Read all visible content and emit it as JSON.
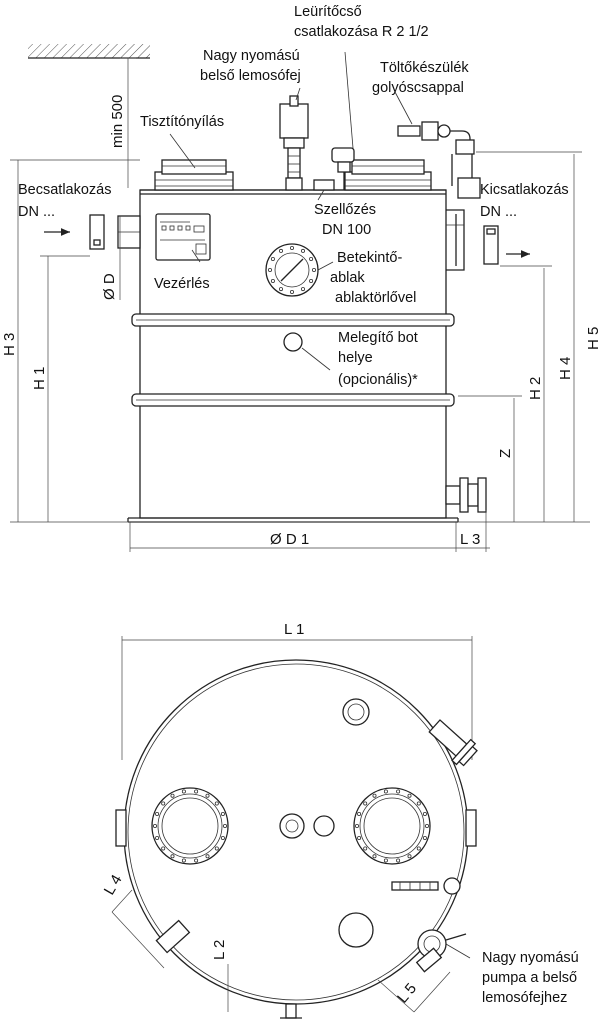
{
  "labels": {
    "drain": [
      "Leürítőcső",
      "csatlakozása R 2 1/2"
    ],
    "spray_head": [
      "Nagy nyomású",
      "belső lemosófej"
    ],
    "filler": [
      "Töltőkészülék",
      "golyóscsappal"
    ],
    "cleaning_opening": "Tisztítónyílás",
    "inlet": [
      "Becsatlakozás",
      "DN ..."
    ],
    "outlet": [
      "Kicsatlakozás",
      "DN ..."
    ],
    "ventilation": [
      "Szellőzés",
      "DN 100"
    ],
    "sight_window": [
      "Betekintő-",
      "ablak",
      "ablaktörlővel"
    ],
    "control": "Vezérlés",
    "heater": [
      "Melegítő bot",
      "helye",
      "(opcionális)*"
    ],
    "pump": [
      "Nagy nyomású",
      "pumpa a belső",
      "lemosófejhez"
    ]
  },
  "dimensions": {
    "min500": "min 500",
    "od": "Ø D",
    "od1": "Ø D 1",
    "h1": "H 1",
    "h2": "H 2",
    "h3": "H 3",
    "h4": "H 4",
    "h5": "H 5",
    "z": "Z",
    "l1": "L 1",
    "l2": "L 2",
    "l3": "L 3",
    "l4": "L 4",
    "l5": "L 5"
  }
}
